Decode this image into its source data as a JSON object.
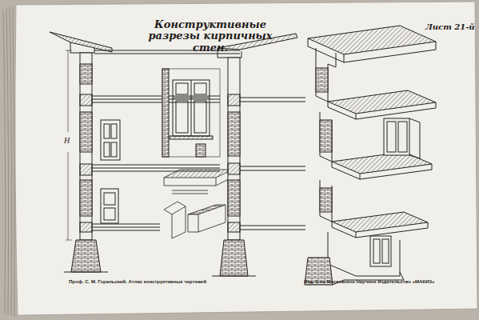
{
  "diagram": {
    "title": "Конструктивные разрезы кирпичных стен.",
    "labels": [
      "Лист 21-й",
      "Н",
      "Проф. С. М. Горальский. Атлас конструктивных чертежей",
      "Изд. 2-ое Московское Научное Издательство «МАКИЗ»"
    ]
  }
}
